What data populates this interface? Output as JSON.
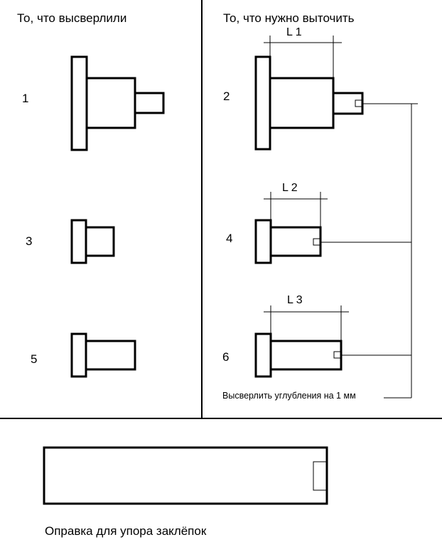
{
  "left_panel": {
    "title": "То, что высверлили"
  },
  "right_panel": {
    "title": "То, что нужно выточить"
  },
  "parts": {
    "p1": "1",
    "p2": "2",
    "p3": "3",
    "p4": "4",
    "p5": "5",
    "p6": "6"
  },
  "dimensions": {
    "l1": "L 1",
    "l2": "L 2",
    "l3": "L 3"
  },
  "note": "Высверлить углубления на 1 мм",
  "mandrel": {
    "caption": "Оправка для упора заклёпок"
  }
}
